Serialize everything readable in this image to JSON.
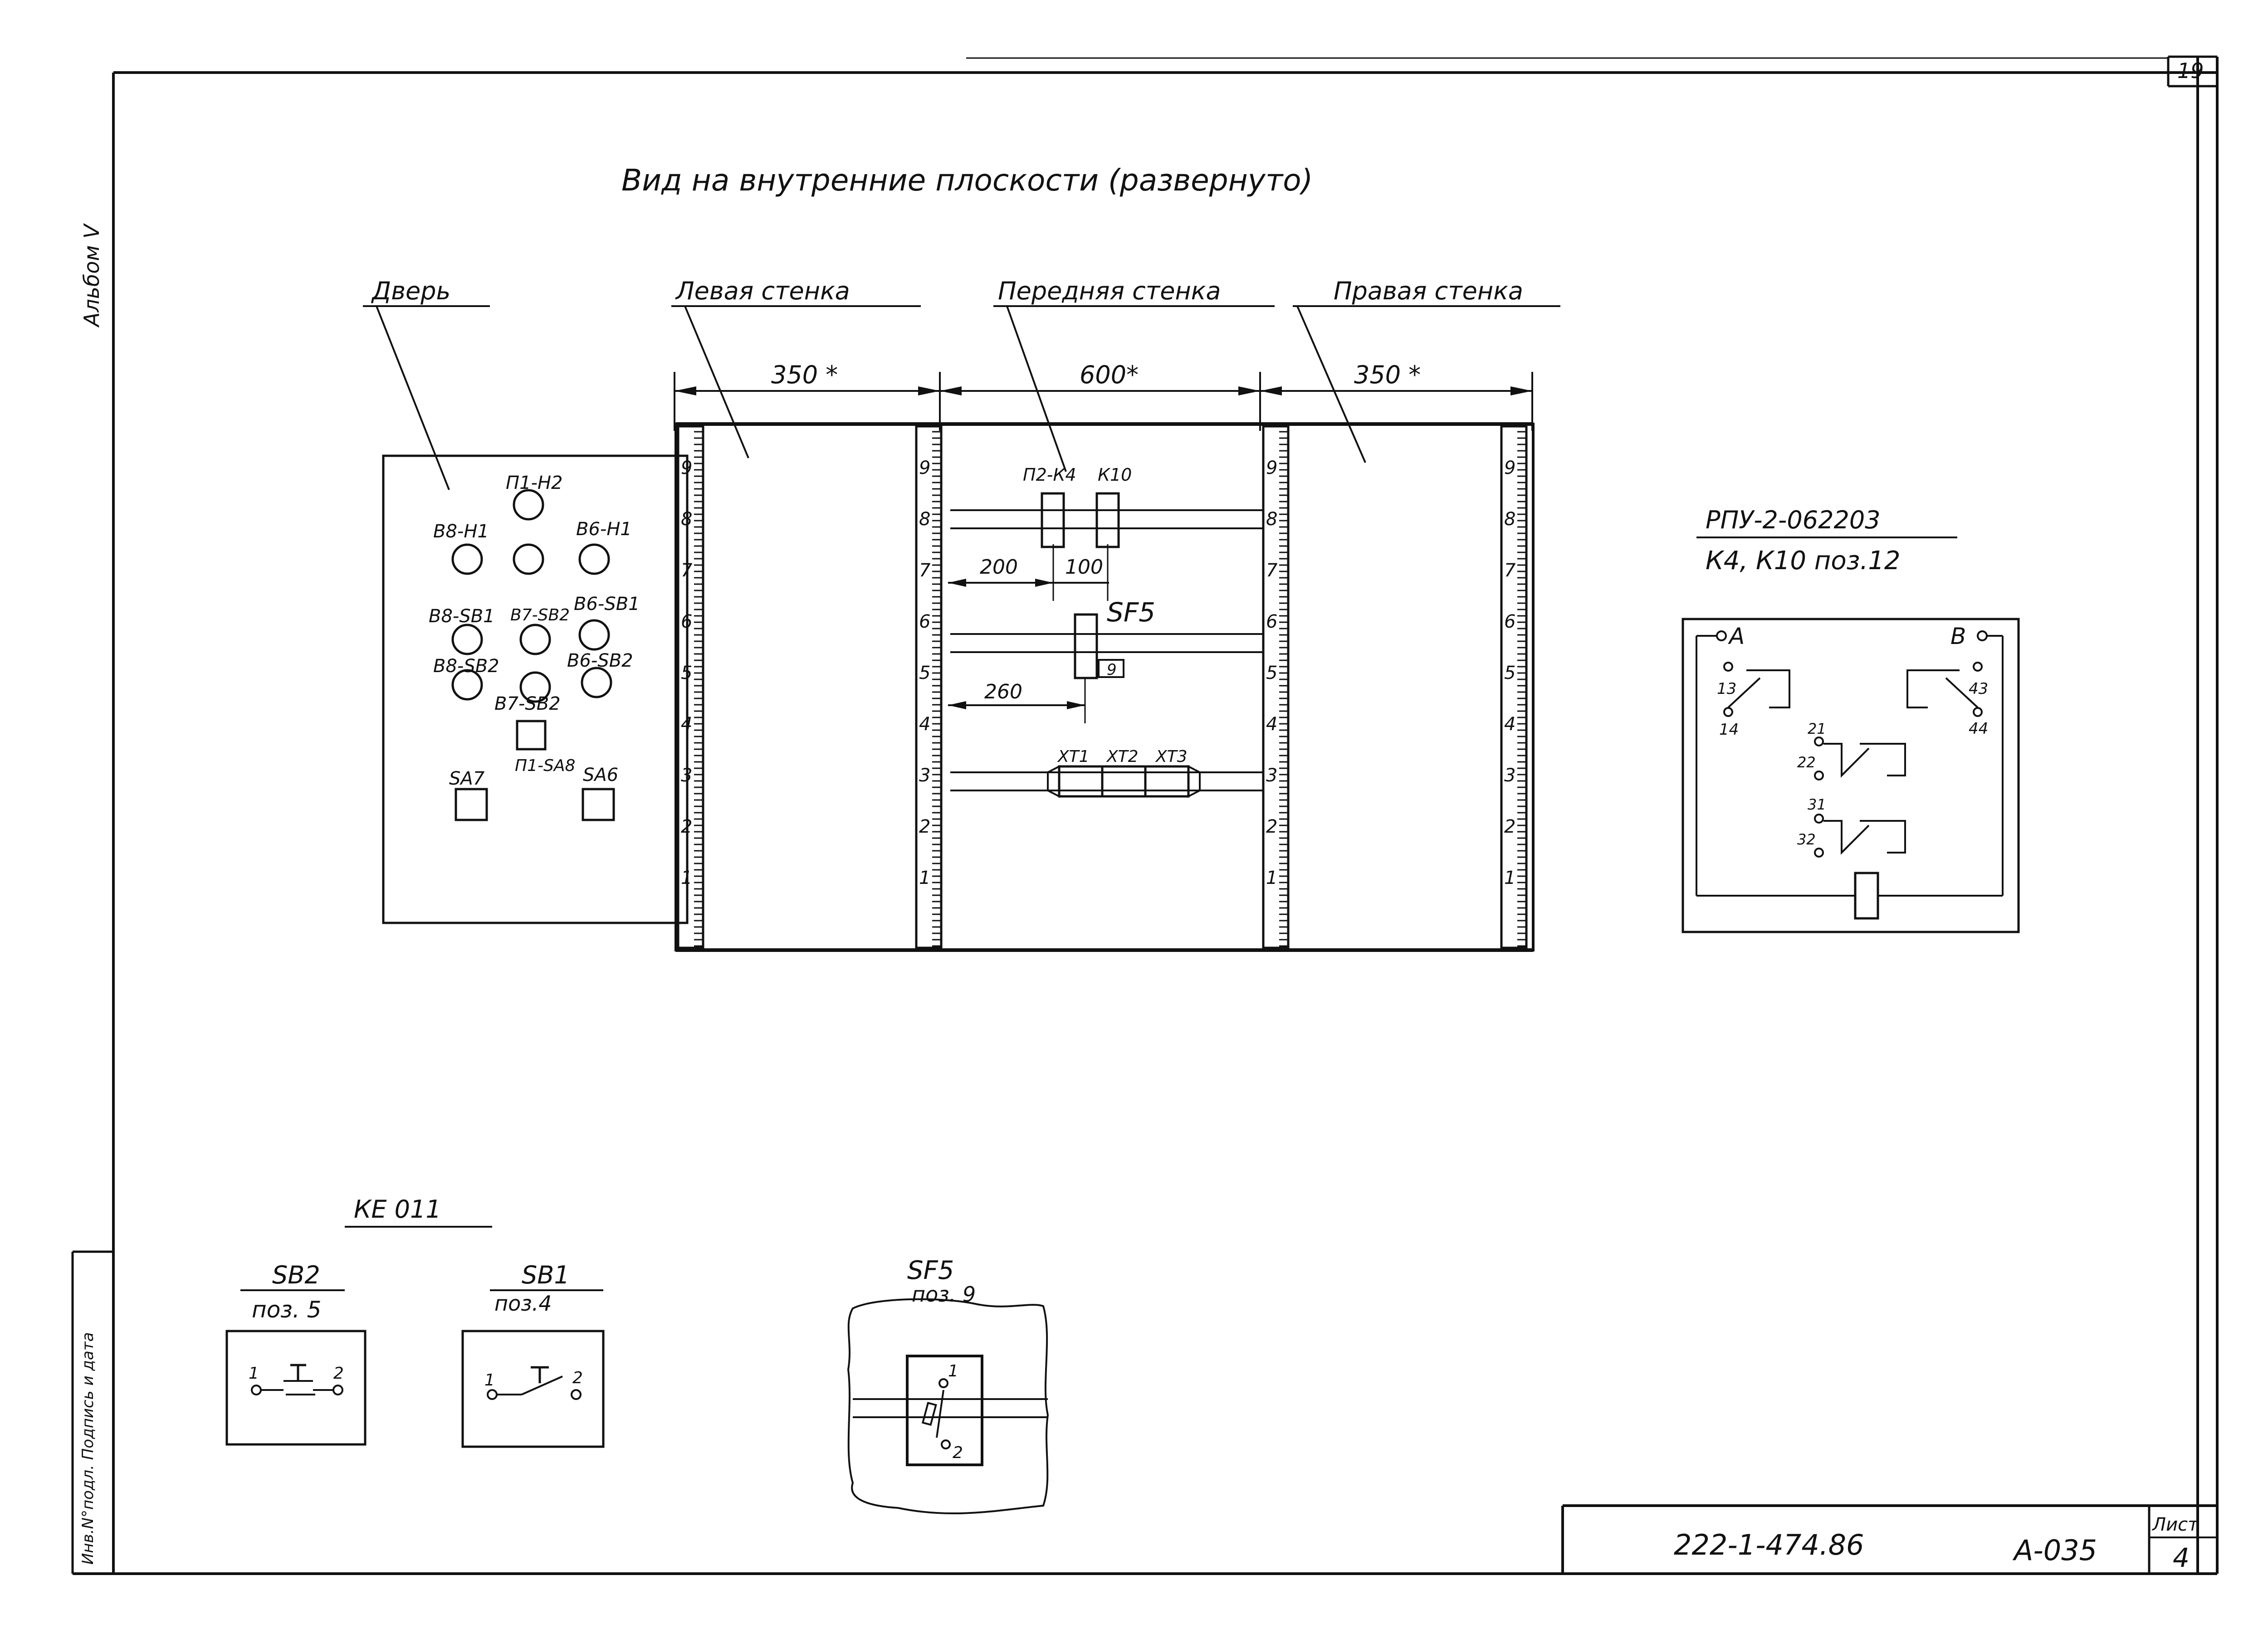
{
  "sheet": {
    "number": "19",
    "album": "Альбом V",
    "title": "Вид на внутренние плоскости (развернуто)",
    "side_stamp": "Инв.N°подл. Подпись и дата",
    "doc_number": "222-1-474.86",
    "doc_code": "А-035",
    "sheet_label": "Лист",
    "sheet_no": "4"
  },
  "panels": {
    "door": "Дверь",
    "left_wall": "Левая стенка",
    "front_wall": "Передняя стенка",
    "right_wall": "Правая стенка"
  },
  "dims": {
    "left": "350 *",
    "front": "600*",
    "right": "350 *",
    "d200": "200",
    "d100": "100",
    "d260": "260"
  },
  "rail_ticks": [
    "9",
    "8",
    "7",
    "6",
    "5",
    "4",
    "3",
    "2",
    "1"
  ],
  "door_items": {
    "p1_h2": "П1-Н2",
    "b8_h1": "В8-Н1",
    "b6_h1": "В6-Н1",
    "b8_sb1": "В8-SB1",
    "b7_sb2_top": "В7-SB2",
    "b6_sb1": "В6-SB1",
    "b8_sb2": "В8-SB2",
    "b6_sb2": "В6-SB2",
    "b7_sb2": "В7-SB2",
    "p1_sa8": "П1-SA8",
    "sa7": "SA7",
    "sa6": "SA6"
  },
  "front_items": {
    "p2_k4": "П2-К4",
    "k10": "К10",
    "sf5": "SF5",
    "pos9": "9",
    "xt1": "XT1",
    "xt2": "XT2",
    "xt3": "XT3"
  },
  "relay": {
    "model": "РПУ-2-062203",
    "items": "К4, К10 поз.12",
    "a": "A",
    "b": "B",
    "t13": "13",
    "t14": "14",
    "t43": "43",
    "t44": "44",
    "t21": "21",
    "t22": "22",
    "t31": "31",
    "t32": "32"
  },
  "buttons": {
    "series": "КЕ 011",
    "sb2": "SB2",
    "sb2_pos": "поз. 5",
    "sb1": "SB1",
    "sb1_pos": "поз.4",
    "t1": "1",
    "t2": "2"
  },
  "breaker": {
    "name": "SF5",
    "pos": "поз. 9",
    "t1": "1",
    "t2": "2"
  }
}
